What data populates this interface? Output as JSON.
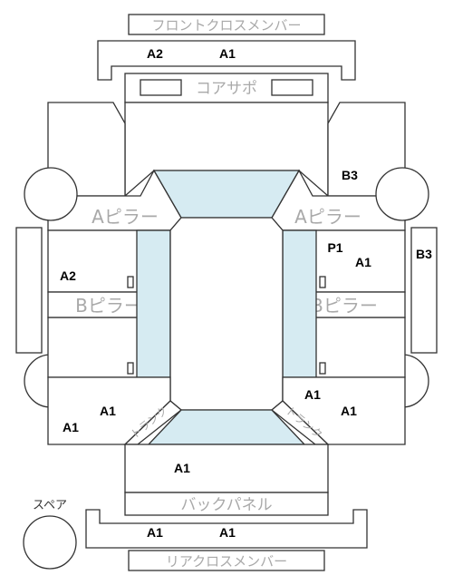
{
  "colors": {
    "glass": "#d6ebf2",
    "label_gray": "#a9a9a9",
    "code_black": "#000000",
    "outline": "#333333"
  },
  "labels": {
    "front_cross_member": "フロントクロスメンバー",
    "core_support": "コアサポ",
    "a_pillar": "Aピラー",
    "b_pillar": "Bピラー",
    "back_panel": "バックパネル",
    "rear_cross_member": "リアクロスメンバー",
    "spare": "スペア",
    "trunk": "トランク"
  },
  "codes": {
    "front_cross_left": "A2",
    "front_cross_right": "A1",
    "right_upper": "B3",
    "right_side_outer": "B3",
    "right_front_door_p": "P1",
    "right_front_door": "A1",
    "left_front_door": "A2",
    "right_rear_door": "A1",
    "left_rear_quarter": "A1",
    "left_rear_quarter_low": "A1",
    "right_rear_quarter": "A1",
    "trunk_floor": "A1",
    "rear_cross_left": "A1",
    "rear_cross_right": "A1"
  }
}
